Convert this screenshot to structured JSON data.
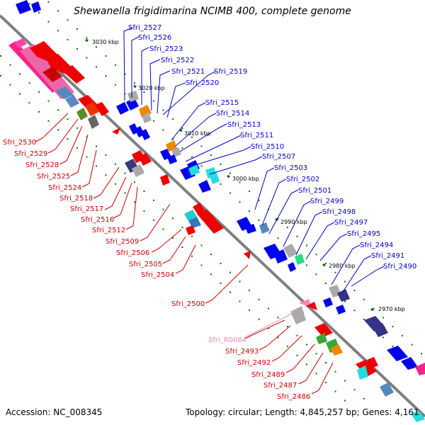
{
  "title": "Shewanella frigidimarina NCIMB 400, complete genome",
  "footer": {
    "accession": "Accession: NC_008345",
    "summary": "Topology: circular; Length: 4,845,257 bp; Genes: 4,161"
  },
  "colors": {
    "forward_label": "#0000cc",
    "reverse_label": "#cc0000",
    "rna_label": "#ee88bb",
    "backbone": "#7f7f7f",
    "tick": "#006600"
  },
  "kbp_ticks": [
    "3030 kbp",
    "3020 kbp",
    "3010 kbp",
    "3000 kbp",
    "2990 kbp",
    "2980 kbp",
    "2970 kbp"
  ],
  "top_labels": [
    "Sfri_2527",
    "Sfri_2526",
    "Sfri_2523",
    "Sfri_2522",
    "Sfri_2521",
    "Sfri_2519",
    "Sfri_2520",
    "Sfri_2515",
    "Sfri_2514",
    "Sfri_2513",
    "Sfri_2511",
    "Sfri_2510",
    "Sfri_2507",
    "Sfri_2503",
    "Sfri_2502",
    "Sfri_2501",
    "Sfri_2499",
    "Sfri_2498",
    "Sfri_2497",
    "Sfri_2495",
    "Sfri_2494",
    "Sfri_2491",
    "Sfri_2490"
  ],
  "bottom_labels": [
    "Sfri_2530",
    "Sfri_2529",
    "Sfri_2528",
    "Sfri_2525",
    "Sfri_2524",
    "Sfri_2518",
    "Sfri_2517",
    "Sfri_2516",
    "Sfri_2512",
    "Sfri_2509",
    "Sfri_2506",
    "Sfri_2505",
    "Sfri_2504",
    "Sfri_2500",
    "Sfri_R0084",
    "Sfri_2493",
    "Sfri_2492",
    "Sfri_2489",
    "Sfri_2487",
    "Sfri_2486"
  ]
}
